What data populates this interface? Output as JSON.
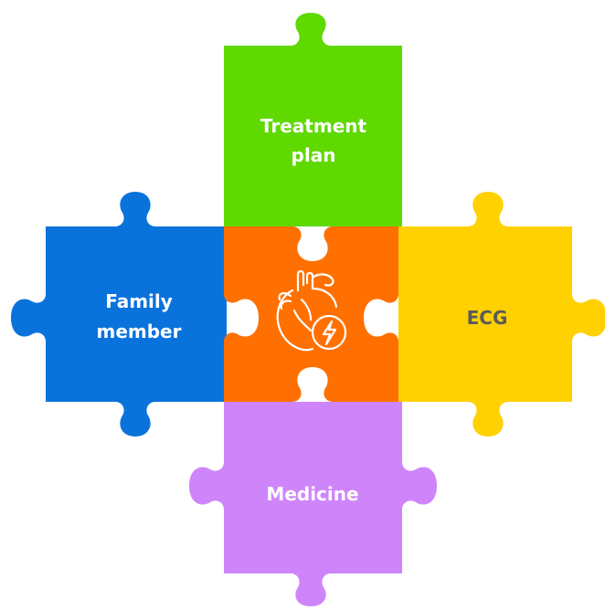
{
  "pieces": {
    "top": {
      "line1": "Treatment",
      "line2": "plan",
      "color": "#5fd900",
      "text_color": "#ffffff"
    },
    "left": {
      "line1": "Family",
      "line2": "member",
      "color": "#0a73db",
      "text_color": "#ffffff"
    },
    "right": {
      "label": "ECG",
      "color": "#ffd100",
      "text_color": "#5a5a5a"
    },
    "bottom": {
      "label": "Medicine",
      "color": "#cf85fa",
      "text_color": "#ffffff"
    },
    "center": {
      "icon": "heart-lightning-icon",
      "color": "#ff7000"
    }
  }
}
